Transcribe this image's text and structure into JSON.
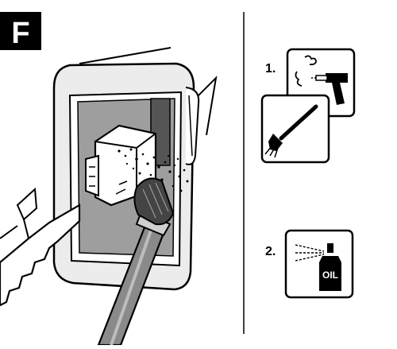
{
  "figure": {
    "panel_letter": "F",
    "steps": [
      {
        "number": "1.",
        "icons": [
          "compressed-air-blower-icon",
          "cleaning-brush-icon"
        ]
      },
      {
        "number": "2.",
        "icons": [
          "oil-spray-can-icon"
        ]
      }
    ],
    "oil_can_label": "OIL",
    "colors": {
      "ink": "#000000",
      "panel_gray": "#9e9e9e",
      "light_gray": "#e6e6e6",
      "brush_gray": "#8a8a8a"
    }
  }
}
